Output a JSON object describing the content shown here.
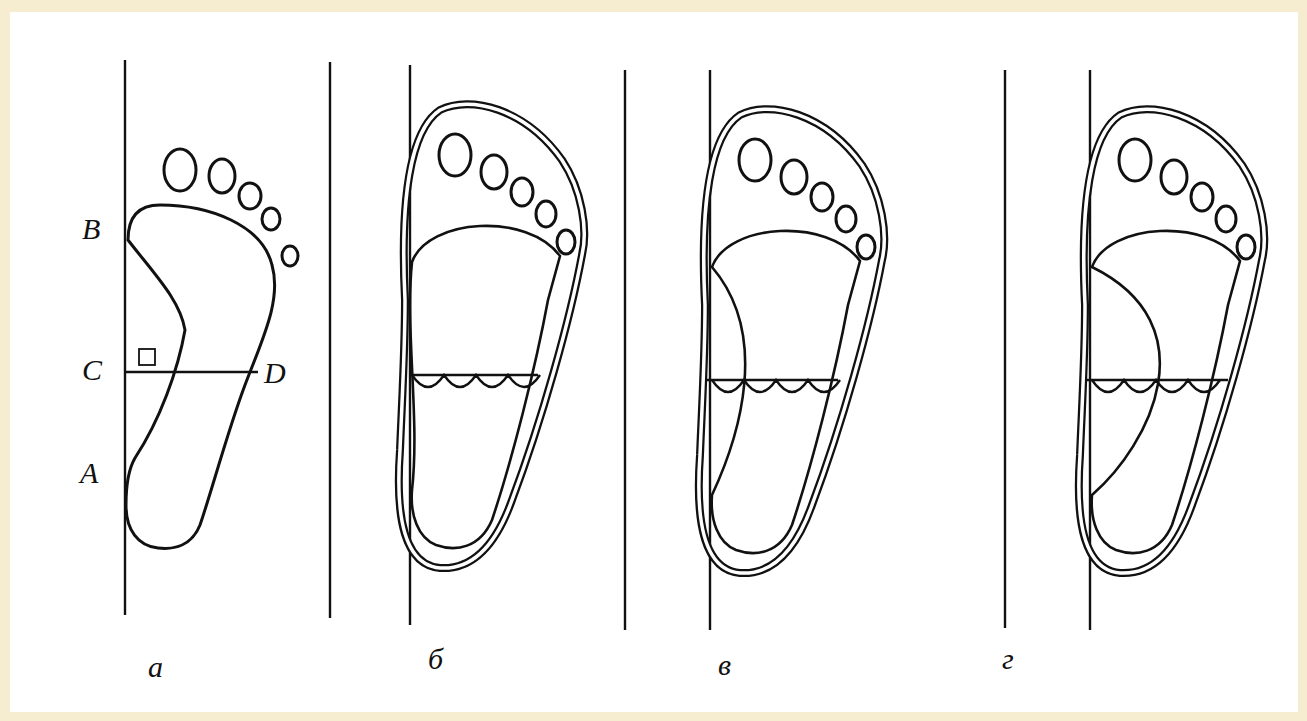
{
  "diagram": {
    "labels": [
      "B",
      "C",
      "D",
      "A",
      "а",
      "б",
      "в",
      "г"
    ]
  }
}
